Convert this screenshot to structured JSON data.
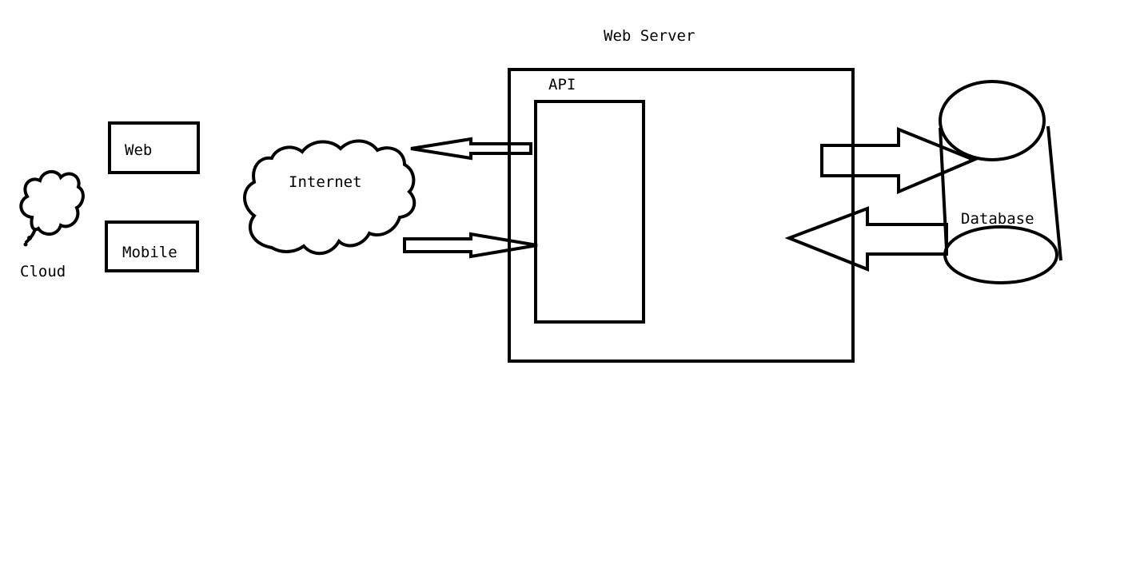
{
  "colors": {
    "stroke": "#000000",
    "background": "#ffffff"
  },
  "labels": {
    "web_server": "Web Server",
    "api": "API",
    "web": "Web",
    "mobile": "Mobile",
    "internet": "Internet",
    "cloud": "Cloud",
    "database": "Database"
  }
}
